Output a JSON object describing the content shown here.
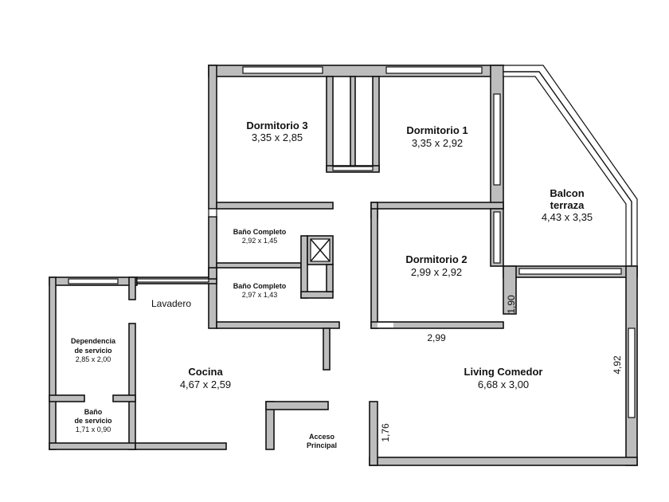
{
  "rooms": {
    "dorm3": {
      "name": "Dormitorio 3",
      "dims": "3,35 x 2,85"
    },
    "dorm1": {
      "name": "Dormitorio 1",
      "dims": "3,35 x 2,92"
    },
    "balcon": {
      "name_line1": "Balcon",
      "name_line2": "terraza",
      "dims": "4,43 x 3,35"
    },
    "bano1": {
      "name": "Baño Completo",
      "dims": "2,92 x 1,45"
    },
    "bano2": {
      "name": "Baño Completo",
      "dims": "2,97 x 1,43"
    },
    "dorm2": {
      "name": "Dormitorio 2",
      "dims": "2,99 x 2,92"
    },
    "lavadero": {
      "name": "Lavadero"
    },
    "dependencia": {
      "name_line1": "Dependencia",
      "name_line2": "de servicio",
      "dims": "2,85 x 2,00"
    },
    "bano_serv": {
      "name_line1": "Baño",
      "name_line2": "de servicio",
      "dims": "1,71 x 0,90"
    },
    "cocina": {
      "name": "Cocina",
      "dims": "4,67 x 2,59"
    },
    "living": {
      "name": "Living Comedor",
      "dims": "6,68 x 3,00"
    },
    "acceso": {
      "name_line1": "Acceso",
      "name_line2": "Principal"
    }
  },
  "measurements": {
    "m_190": "1,90",
    "m_299": "2,99",
    "m_492": "4,92",
    "m_176": "1,76"
  }
}
